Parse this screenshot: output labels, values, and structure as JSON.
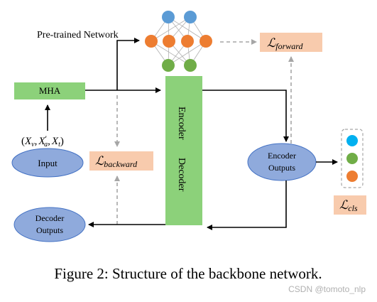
{
  "diagram": {
    "pretrained_label": "Pre-trained Network",
    "mha_label": "MHA",
    "input_label": "Input",
    "input_formula": {
      "open": "(",
      "xv": "X",
      "xv_sub": "v",
      "sep1": ",",
      "xa": "X",
      "xa_prime": "′",
      "xa_sub": "a",
      "sep2": ",",
      "xt": "X",
      "xt_sub": "t",
      "close": ")"
    },
    "encoder_decoder": {
      "encoder": "Encoder",
      "decoder": "Decoder"
    },
    "encoder_outputs": {
      "line1": "Encoder",
      "line2": "Outputs"
    },
    "decoder_outputs": {
      "line1": "Decoder",
      "line2": "Outputs"
    },
    "loss_forward": {
      "symbol": "ℒ",
      "sub": "forward"
    },
    "loss_backward": {
      "symbol": "ℒ",
      "sub": "backward"
    },
    "loss_cls": {
      "symbol": "ℒ",
      "sub": "cls"
    }
  },
  "caption": "Figure 2: Structure of the backbone network.",
  "watermark": "CSDN @tomoto_nlp",
  "colors": {
    "green_box": "#8cd17a",
    "ellipse_fill": "#8faadc",
    "ellipse_stroke": "#4472c4",
    "loss_fill": "#f8cbad",
    "node_blue": "#5b9bd5",
    "node_orange": "#ed7d31",
    "node_green": "#70ad47",
    "node_cyan": "#00b0f0",
    "arrow": "#000000",
    "dashed": "#a6a6a6",
    "watermark": "#b0b0b0"
  }
}
